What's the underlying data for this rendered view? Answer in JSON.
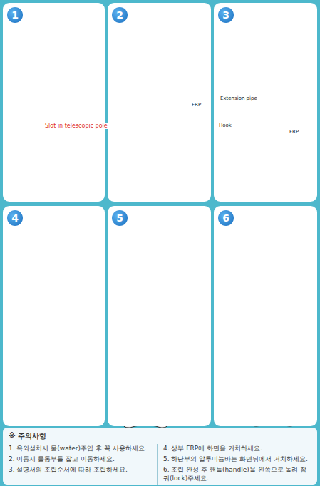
{
  "diagram": {
    "nodes": [
      {
        "text": [
          "1"
        ]
      },
      {
        "text": [
          "2"
        ]
      },
      {
        "text": [
          "3"
        ]
      },
      {
        "text": [
          "4"
        ]
      },
      {
        "text": [
          "5"
        ]
      },
      {
        "text": [
          "6"
        ]
      },
      {
        "text": [
          "※ 주의사항",
          "1. 옥외설치시 물(water)주입 후 꼭 사용하세요.",
          "2. 이동시 물통부를 잡고 이동하세요.",
          "3. 설명서의 조립순서에 따라 조립하세요.",
          "4. 상부 FRP에 화면을 거치하세요.",
          "5. 하단부의 알루미늄바는 화면뒤에서 거치하세요.",
          "6. 조립 완성 후 핸들(handle)을 왼쪽으로 돌려 잠궈(lock)주세요."
        ]
      }
    ],
    "labels": [
      "Slot in telescopic pole",
      "FRP",
      "Extension pipe",
      "Hook",
      "FRP"
    ]
  }
}
